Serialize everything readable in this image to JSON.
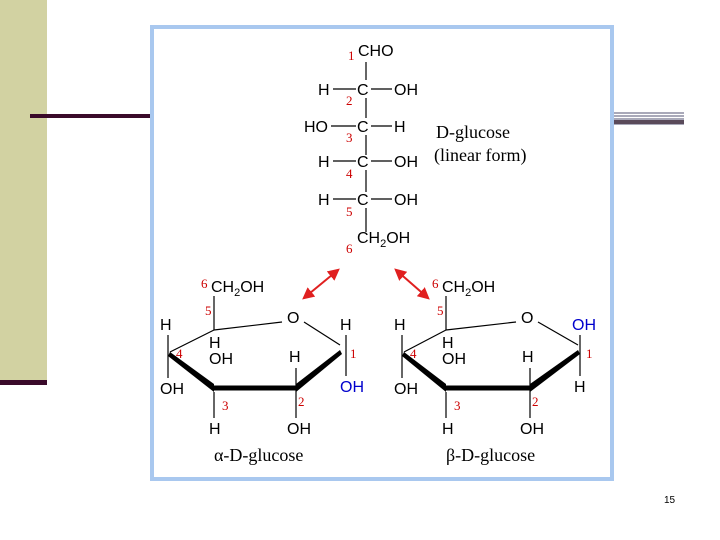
{
  "linear": {
    "cho": "CHO",
    "h": "H",
    "oh": "OH",
    "ho": "HO",
    "c": "C",
    "ch": "CH",
    "two": "2",
    "name": "D-glucose",
    "form": "(linear form)",
    "n1": "1",
    "n2": "2",
    "n3": "3",
    "n4": "4",
    "n5": "5",
    "n6": "6"
  },
  "alpha": {
    "ch": "CH",
    "two": "2",
    "oh": "OH",
    "h": "H",
    "o": "O",
    "n1": "1",
    "n2": "2",
    "n3": "3",
    "n4": "4",
    "n5": "5",
    "n6": "6",
    "caption": "α-D-glucose"
  },
  "beta": {
    "ch": "CH",
    "two": "2",
    "oh": "OH",
    "h": "H",
    "o": "O",
    "n1": "1",
    "n2": "2",
    "n3": "3",
    "n4": "4",
    "n5": "5",
    "n6": "6",
    "caption": "β-D-glucose"
  },
  "page_number": "15",
  "colors": {
    "accent_blue": "#0000cc",
    "number_red": "#cc0000",
    "arrow_red": "#e02020",
    "frame_blue": "#a9c8ef"
  }
}
